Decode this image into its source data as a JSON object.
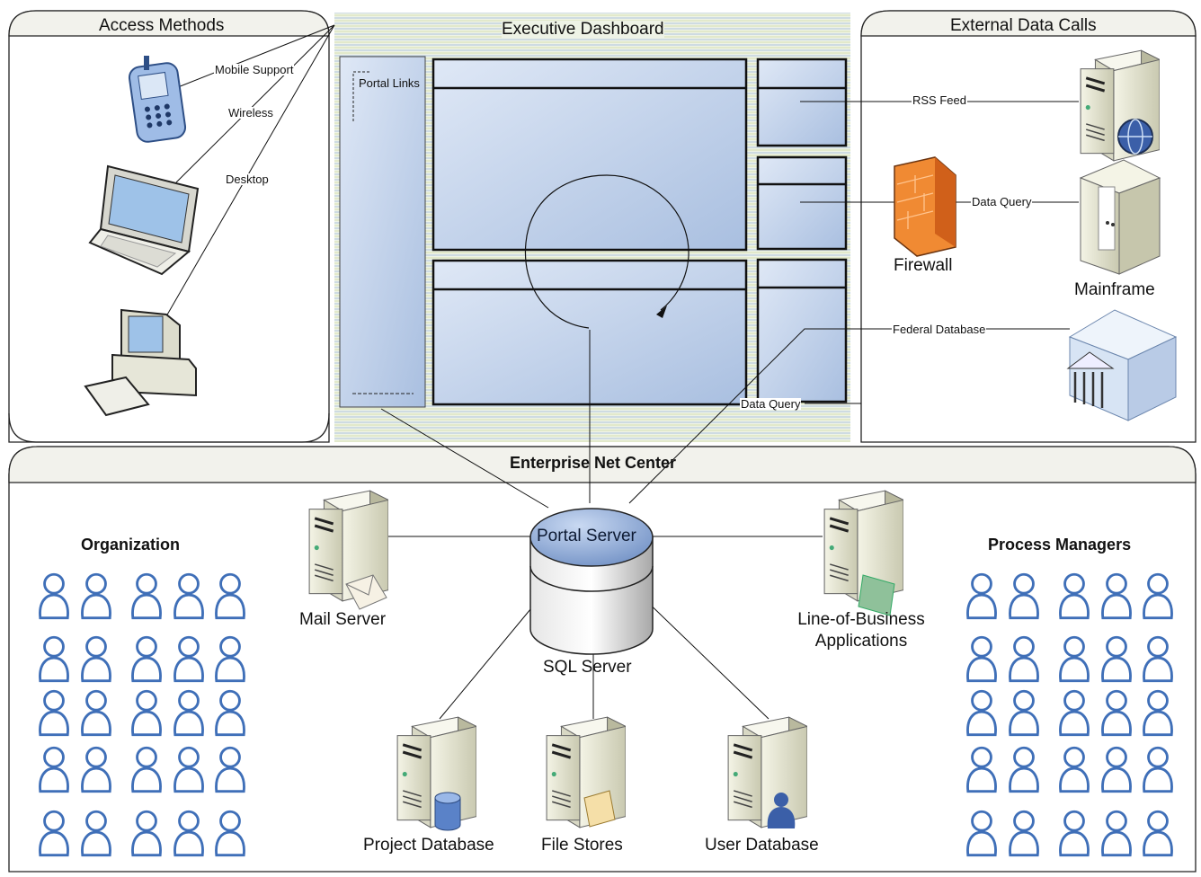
{
  "sections": {
    "access_methods": "Access Methods",
    "executive_dashboard": "Executive Dashboard",
    "external_data_calls": "External Data Calls",
    "enterprise_net_center": "Enterprise Net Center"
  },
  "access_links": {
    "mobile": "Mobile Support",
    "wireless": "Wireless",
    "desktop": "Desktop"
  },
  "dashboard": {
    "portal_links": "Portal Links",
    "data_query": "Data Query"
  },
  "external": {
    "rss_feed": "RSS Feed",
    "data_query": "Data Query",
    "federal_database": "Federal Database",
    "firewall": "Firewall",
    "mainframe": "Mainframe"
  },
  "net_center": {
    "organization": "Organization",
    "process_managers": "Process Managers",
    "portal_server": "Portal Server",
    "sql_server": "SQL Server",
    "mail_server": "Mail Server",
    "lob_line1": "Line-of-Business",
    "lob_line2": "Applications",
    "project_database": "Project Database",
    "file_stores": "File Stores",
    "user_database": "User Database"
  },
  "colors": {
    "panel_border": "#222222",
    "dashboard_fill": "#c9d8ee",
    "person_stroke": "#3f6fb8",
    "firewall": "#f07a22"
  },
  "icons": [
    "cell-phone-icon",
    "laptop-icon",
    "desktop-computer-icon",
    "web-server-icon",
    "firewall-icon",
    "mainframe-icon",
    "bank-building-icon",
    "mail-server-icon",
    "database-cylinder-icon",
    "business-server-icon",
    "project-db-server-icon",
    "file-server-icon",
    "user-db-server-icon",
    "person-icon"
  ]
}
